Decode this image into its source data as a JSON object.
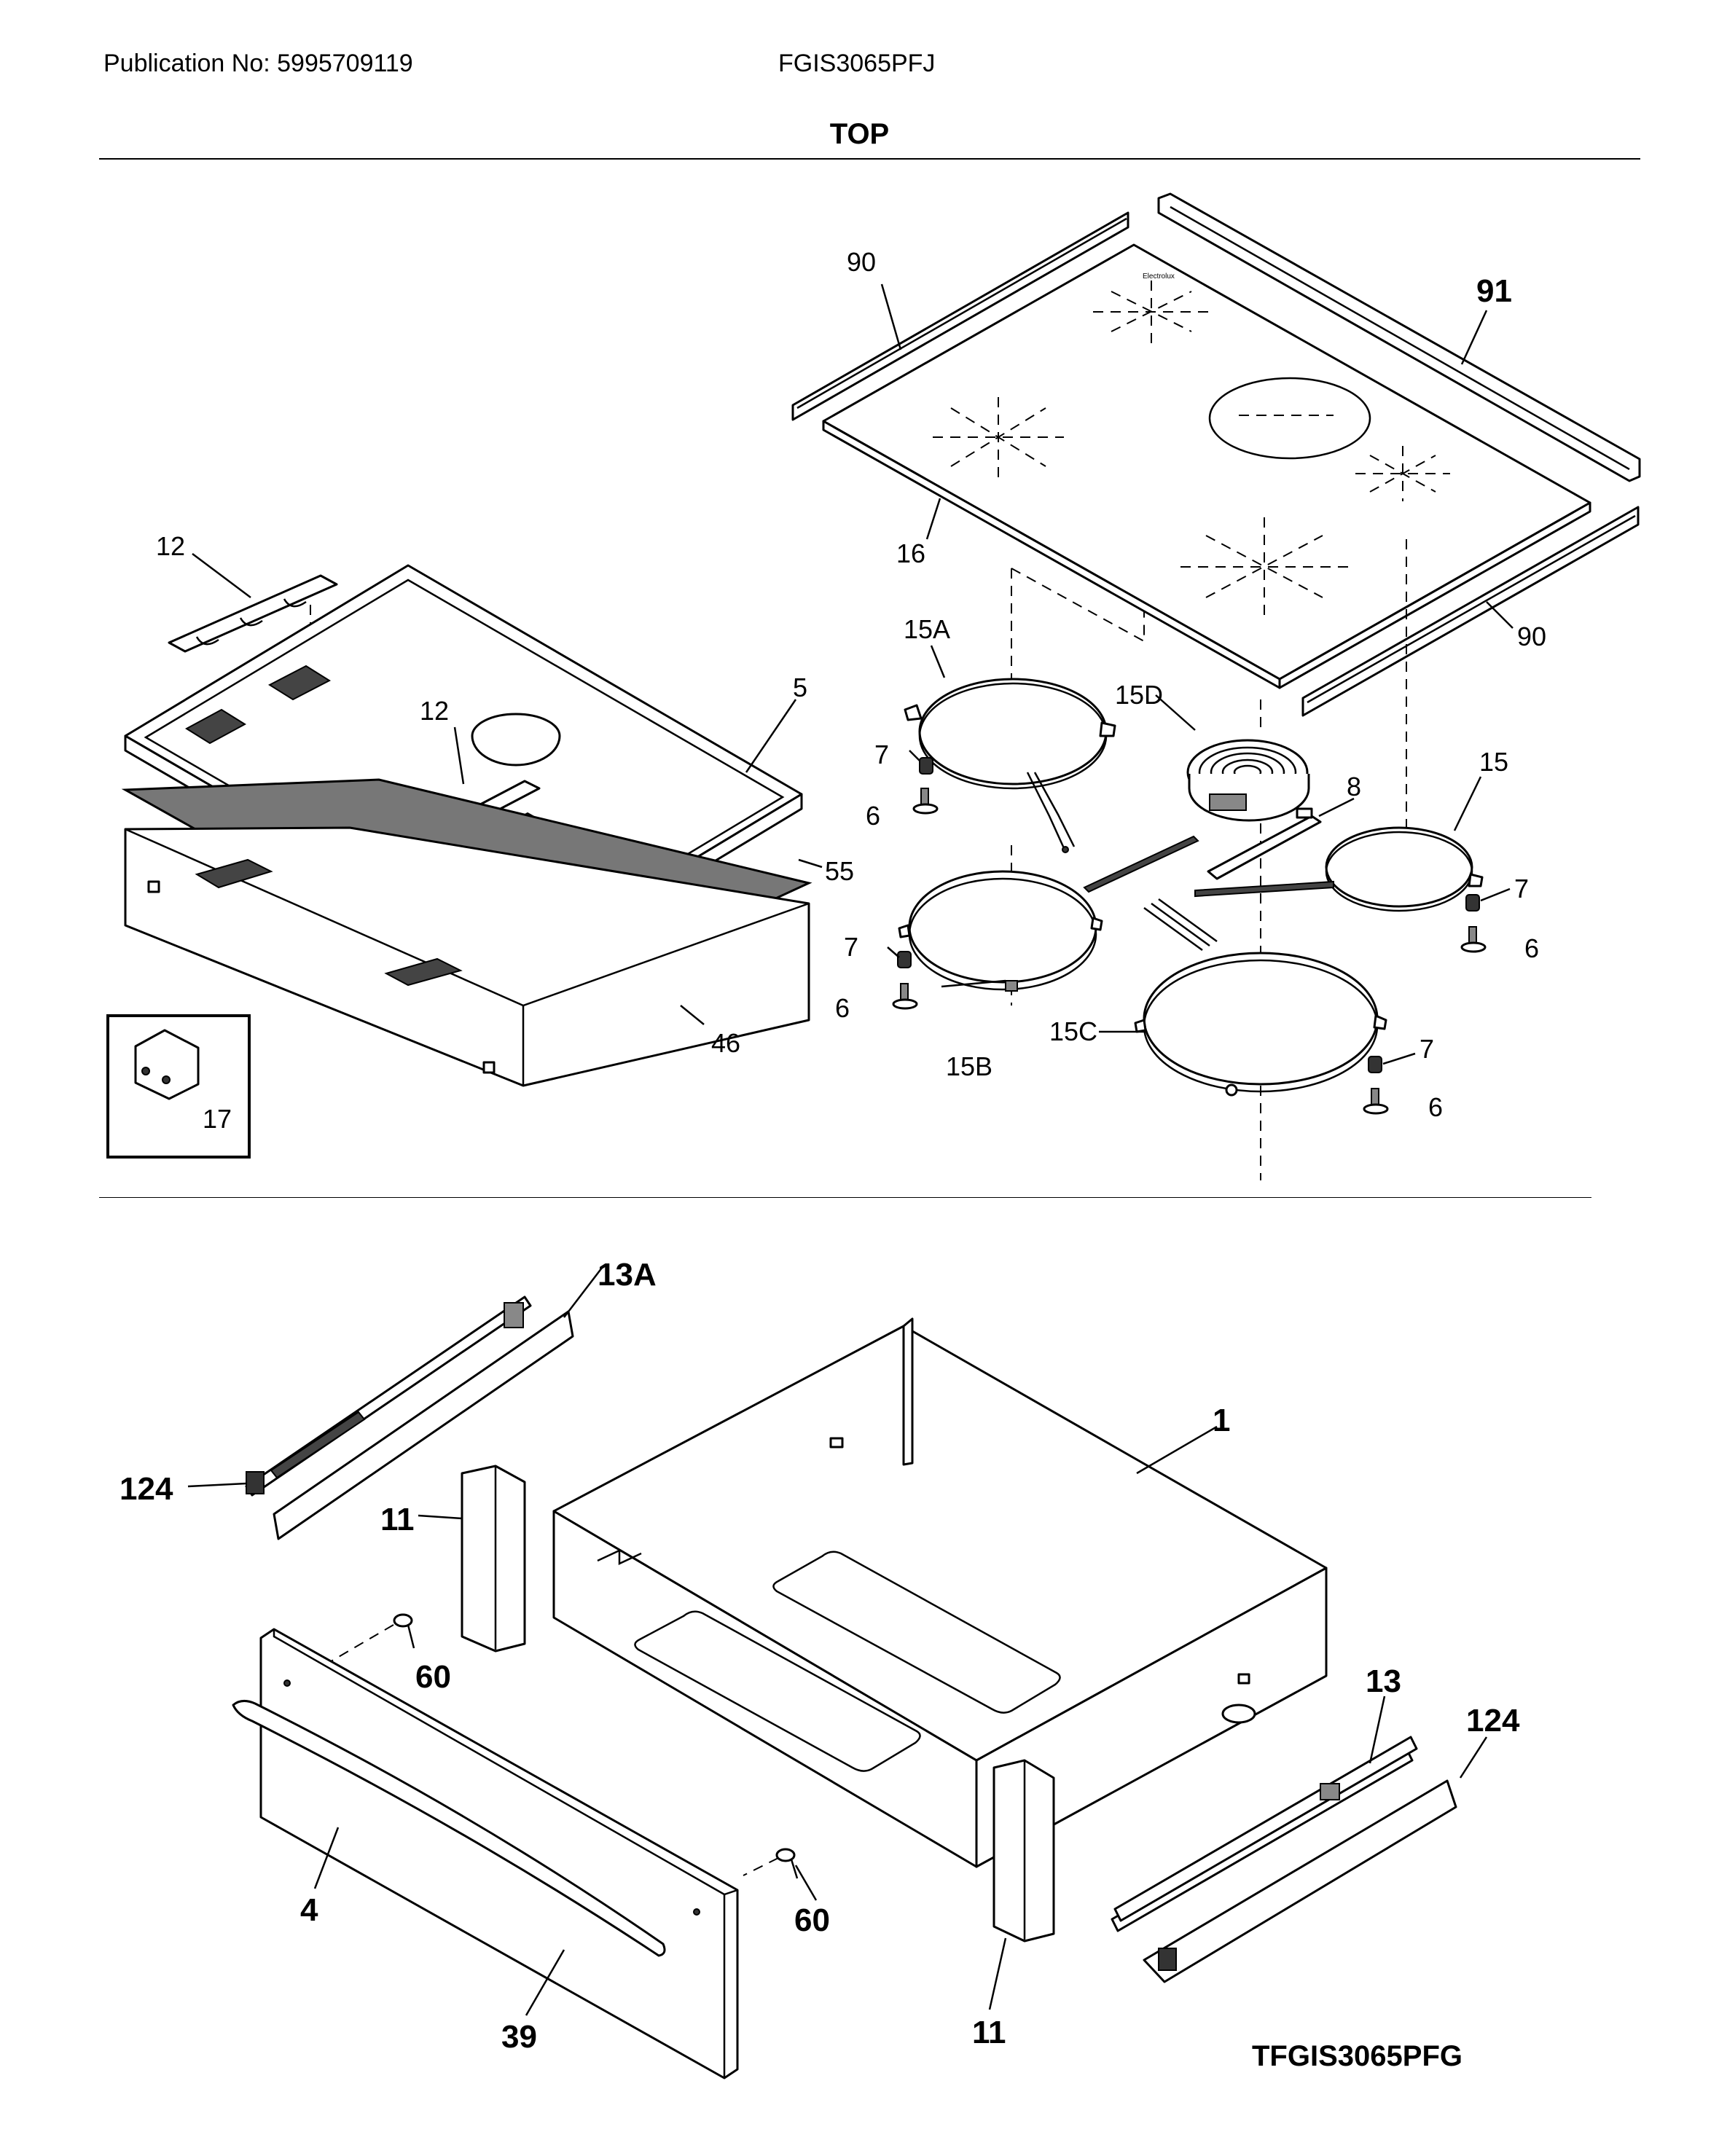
{
  "header": {
    "publication": "Publication No: 5995709119",
    "model": "FGIS3065PFJ",
    "section_title": "TOP"
  },
  "footer": {
    "diagram_code": "TFGIS3065PFG"
  },
  "callouts": {
    "c90a": "90",
    "c91": "91",
    "c16": "16",
    "c90b": "90",
    "c12a": "12",
    "c12b": "12",
    "c5": "5",
    "c55": "55",
    "c46": "46",
    "c17": "17",
    "c15A": "15A",
    "c15D": "15D",
    "c8": "8",
    "c15": "15",
    "c7a": "7",
    "c6a": "6",
    "c7b": "7",
    "c6b": "6",
    "c15B": "15B",
    "c15C": "15C",
    "c7c": "7",
    "c6c": "6",
    "c7d": "7",
    "c6d": "6",
    "c13A": "13A",
    "c124a": "124",
    "c1": "1",
    "c11a": "11",
    "c60a": "60",
    "c4": "4",
    "c39": "39",
    "c60b": "60",
    "c11b": "11",
    "c13": "13",
    "c124b": "124"
  }
}
